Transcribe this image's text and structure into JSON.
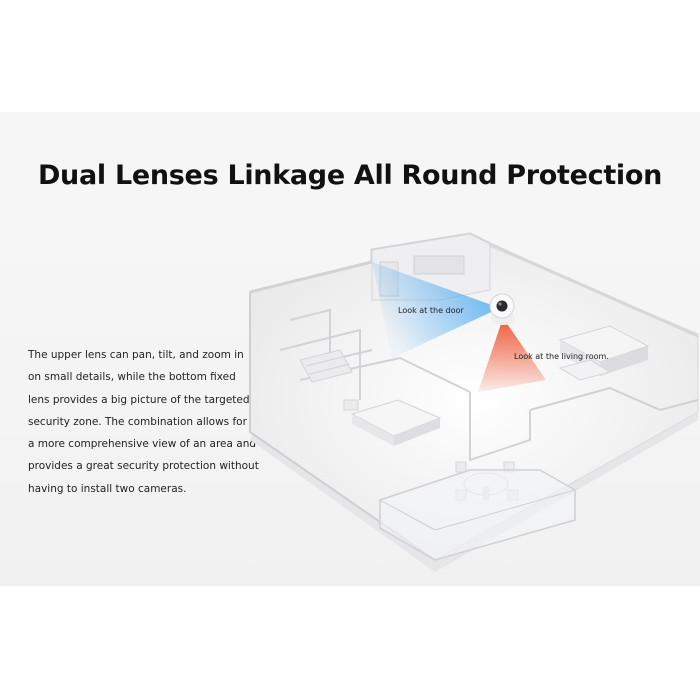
{
  "headline": "Dual Lenses Linkage All Round Protection",
  "description_lines": [
    "The upper lens can pan, tilt, and zoom in",
    "on small details, while the bottom fixed",
    "lens provides a big picture of the targeted",
    "security zone. The combination allows for",
    "a more comprehensive view of an area and",
    "provides a great security protection without",
    "having to install two cameras."
  ],
  "labels": {
    "door": "Look at the door",
    "living_room": "Look at the living room."
  },
  "colors": {
    "upper_lens_beam": "#4aa9f0",
    "lower_lens_beam": "#f0522e",
    "headline": "#111111"
  }
}
